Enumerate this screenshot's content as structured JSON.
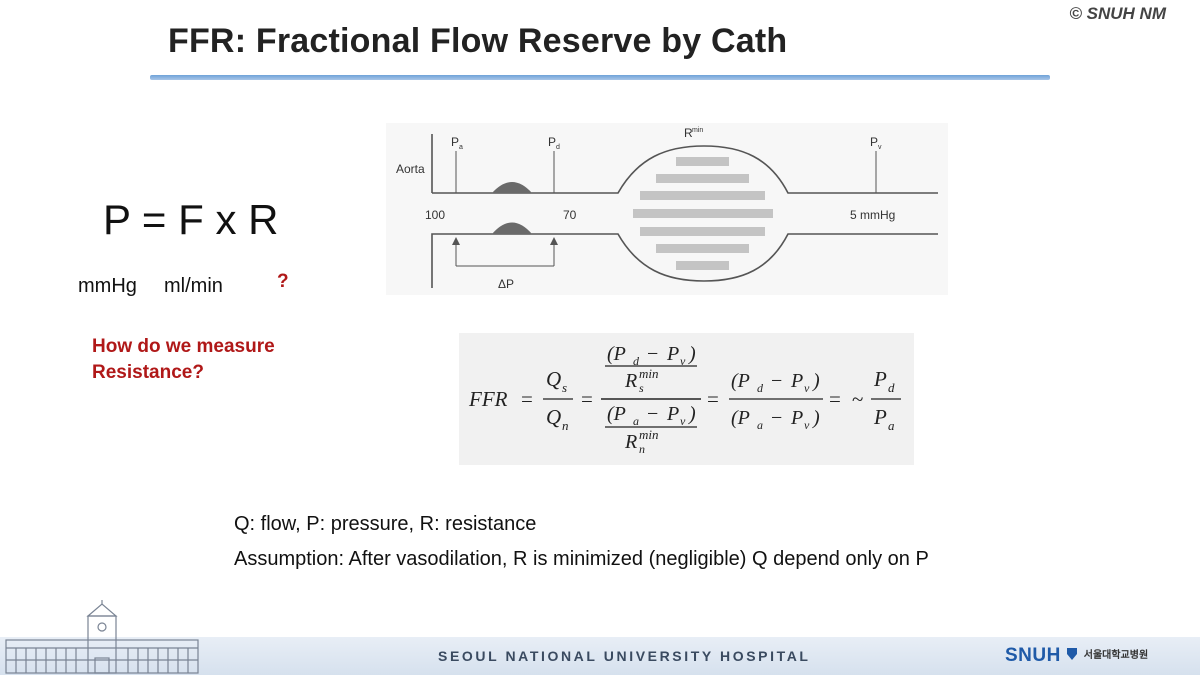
{
  "header": {
    "copyright": "© SNUH NM",
    "title": "FFR: Fractional Flow Reserve by Cath"
  },
  "left": {
    "equation": "P = F x R",
    "units": [
      "mmHg",
      "ml/min",
      "?"
    ],
    "question_lines": [
      "How do we measure",
      "Resistance?"
    ]
  },
  "diagram": {
    "aorta": "Aorta",
    "pa": "P",
    "pa_sub": "a",
    "pd": "P",
    "pd_sub": "d",
    "rmin": "R",
    "rmin_sup": "min",
    "pv": "P",
    "pv_sub": "v",
    "v100": "100",
    "v70": "70",
    "v5": "5 mmHg",
    "dp": "ΔP"
  },
  "formula": {
    "ffr": "FFR",
    "eq": "=",
    "tilde": "~",
    "qs": "Q",
    "qs_sub": "s",
    "qn": "Q",
    "qn_sub": "n",
    "pdpv": "(P",
    "rs": "R",
    "rs_sub": "s",
    "rn": "R",
    "rn_sub": "n",
    "min": "min",
    "d": "d",
    "a": "a",
    "v": "v",
    "minus": "−",
    "close": ")",
    "p": "P"
  },
  "notes": [
    "Q: flow, P: pressure, R: resistance",
    "Assumption: After vasodilation, R is minimized (negligible) Q depend only on P"
  ],
  "footer": {
    "hospital": "SEOUL NATIONAL UNIVERSITY HOSPITAL",
    "logo": "SNUH",
    "logo_kr": "서울대학교병원"
  }
}
